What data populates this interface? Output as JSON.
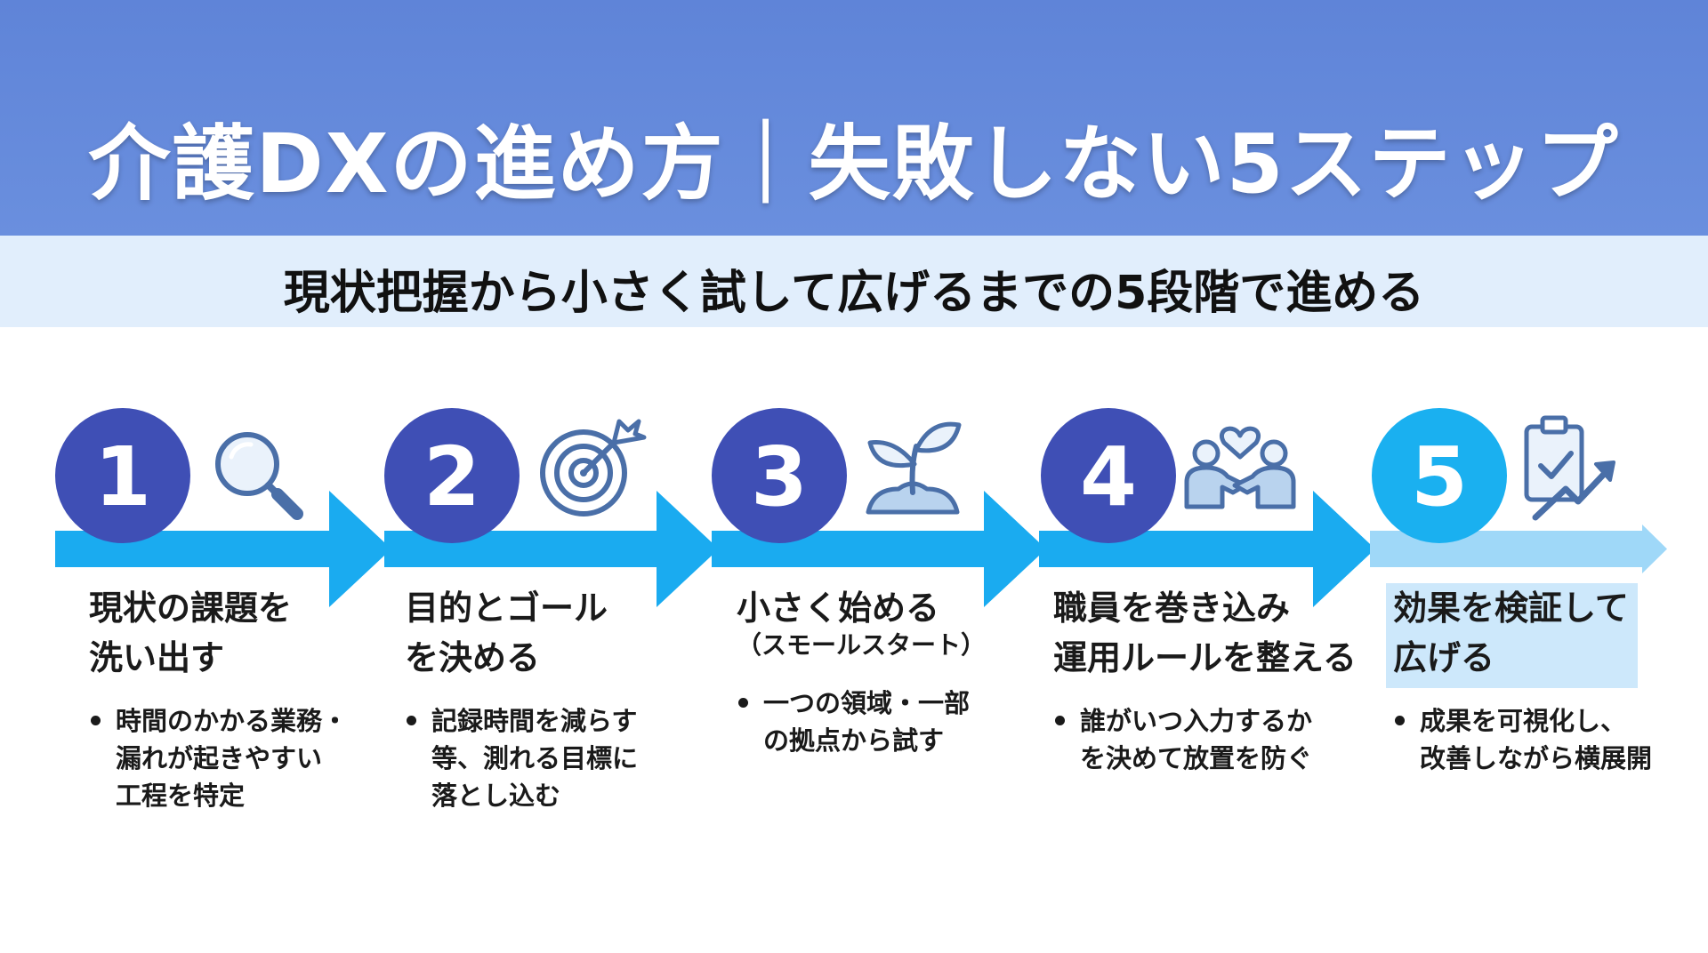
{
  "title": "介護DXの進め方｜失敗しない5ステップ",
  "subtitle": "現状把握から小さく試して広げるまでの5段階で進める",
  "colors": {
    "header": "#6489db",
    "subband": "#e1eefc",
    "step_circle": "#3f4fb5",
    "step5_circle": "#1ab0f0",
    "arrow": "#1aabf0",
    "arrow_last": "#9fd8f8",
    "icon_stroke": "#4a6fa8"
  },
  "steps": [
    {
      "number": "1",
      "icon": "magnifier-icon",
      "heading": [
        "現状の課題を",
        "洗い出す"
      ],
      "heading_sub": "",
      "bullet": "時間のかかる業務・\n漏れが起きやすい\n工程を特定"
    },
    {
      "number": "2",
      "icon": "target-icon",
      "heading": [
        "目的とゴール",
        "を決める"
      ],
      "heading_sub": "",
      "bullet": "記録時間を減らす\n等、測れる目標に\n落とし込む"
    },
    {
      "number": "3",
      "icon": "sprout-icon",
      "heading": [
        "小さく始める"
      ],
      "heading_sub": "（スモールスタート）",
      "bullet": "一つの領域・一部\nの拠点から試す"
    },
    {
      "number": "4",
      "icon": "staff-heart-icon",
      "heading": [
        "職員を巻き込み",
        "運用ルールを整える"
      ],
      "heading_sub": "",
      "bullet": "誰がいつ入力するか\nを決めて放置を防ぐ"
    },
    {
      "number": "5",
      "icon": "checklist-growth-icon",
      "heading": [
        "効果を検証して",
        "広げる"
      ],
      "heading_sub": "",
      "bullet": "成果を可視化し、\n改善しながら横展開"
    }
  ]
}
